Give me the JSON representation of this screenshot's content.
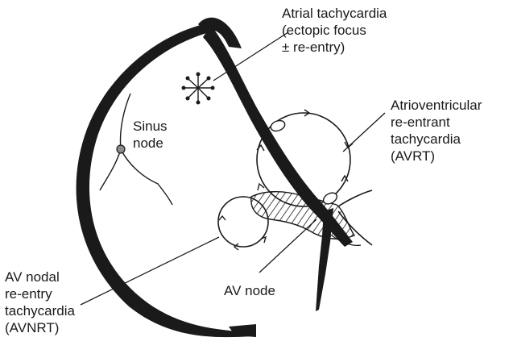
{
  "labels": {
    "atrial_tachycardia": [
      "Atrial tachycardia",
      "(ectopic focus",
      "± re-entry)"
    ],
    "sinus_node": [
      "Sinus",
      "node"
    ],
    "avrt": [
      "Atrioventricular",
      "re-entrant",
      "tachycardia",
      "(AVRT)"
    ],
    "avnrt": [
      "AV nodal",
      "re-entry",
      "tachycardia",
      "(AVNRT)"
    ],
    "av_node": [
      "AV node"
    ]
  },
  "colors": {
    "ink": "#1a1a1a",
    "background": "#ffffff",
    "node_fill": "#8c8c8c"
  }
}
